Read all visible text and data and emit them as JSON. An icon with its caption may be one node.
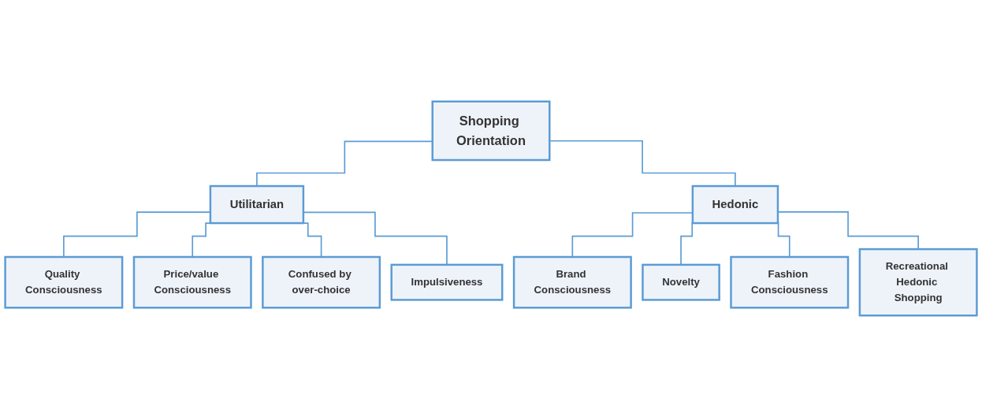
{
  "diagram": {
    "nodes": [
      {
        "text": [
          "Shopping Orientation"
        ]
      },
      {
        "text": [
          "Utilitarian"
        ]
      },
      {
        "text": [
          "Hedonic"
        ]
      },
      {
        "text": [
          "Quality Consciousness"
        ]
      },
      {
        "text": [
          "Price/value Consciousness"
        ]
      },
      {
        "text": [
          "Confused by over-choice"
        ]
      },
      {
        "text": [
          "Impulsiveness"
        ]
      },
      {
        "text": [
          "Brand Consciousness"
        ]
      },
      {
        "text": [
          "Novelty"
        ]
      },
      {
        "text": [
          "Fashion Consciousness"
        ]
      },
      {
        "text": [
          "Recreational Hedonic Shopping"
        ]
      }
    ],
    "edges": [
      {
        "from": 0,
        "to": 1,
        "arrow": "none"
      },
      {
        "from": 0,
        "to": 2,
        "arrow": "none"
      },
      {
        "from": 1,
        "to": 3,
        "arrow": "none"
      },
      {
        "from": 1,
        "to": 4,
        "arrow": "none"
      },
      {
        "from": 1,
        "to": 5,
        "arrow": "none"
      },
      {
        "from": 1,
        "to": 6,
        "arrow": "none"
      },
      {
        "from": 2,
        "to": 7,
        "arrow": "none"
      },
      {
        "from": 2,
        "to": 8,
        "arrow": "none"
      },
      {
        "from": 2,
        "to": 9,
        "arrow": "none"
      },
      {
        "from": 2,
        "to": 10,
        "arrow": "none"
      }
    ]
  }
}
